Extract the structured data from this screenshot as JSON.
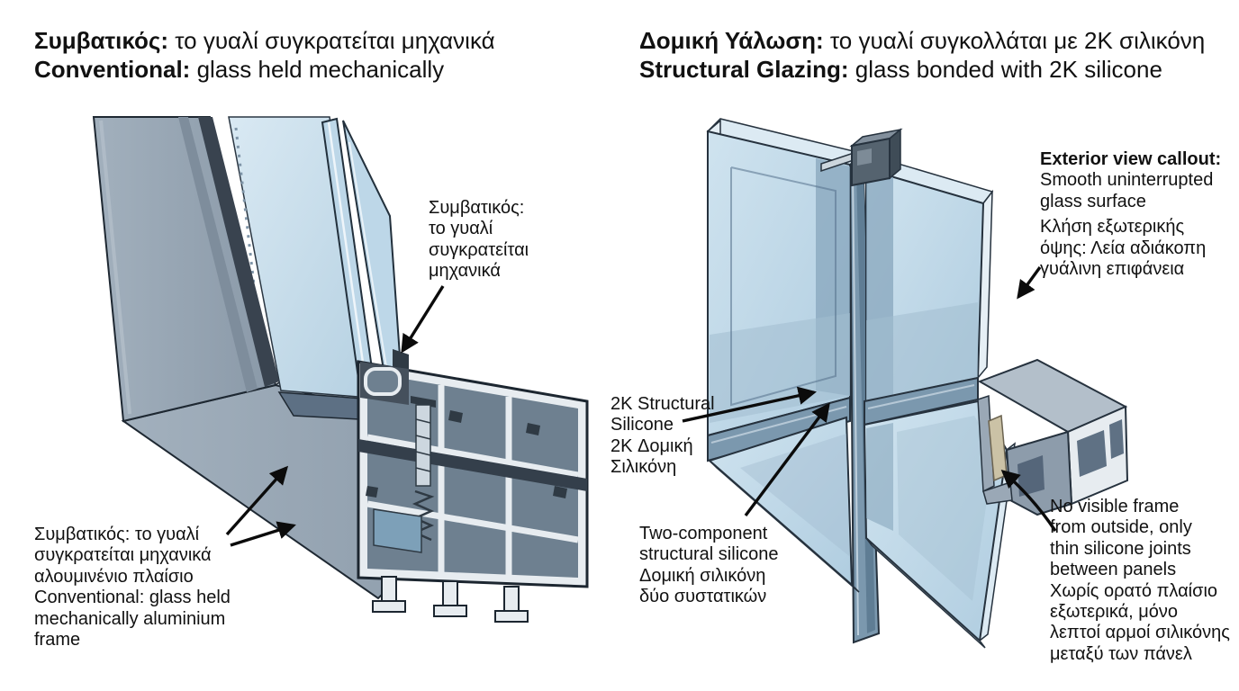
{
  "titles": {
    "left": {
      "gr_bold": "Συμβατικός:",
      "gr_rest": " το γυαλί συγκρατείται μηχανικά",
      "en_bold": "Conventional:",
      "en_rest": " glass held mechanically"
    },
    "right": {
      "gr_bold": "Δομική Υάλωση:",
      "gr_rest": " το γυαλί συγκολλάται με 2K σιλικόνη",
      "en_bold": "Structural Glazing:",
      "en_rest": " glass bonded with 2K silicone"
    }
  },
  "callouts": {
    "conventional_glass": {
      "lines": [
        "Συμβατικός:",
        "το γυαλί",
        "συγκρατείται",
        "μηχανικά"
      ]
    },
    "conventional_frame": {
      "lines": [
        "Συμβατικός: το γυαλί",
        "συγκρατείται μηχανικά",
        "αλουμινένιο πλαίσιο",
        "Conventional: glass held",
        "mechanically aluminium",
        "frame"
      ]
    },
    "exterior_view": {
      "bold": "Exterior view callout:",
      "en": [
        "Smooth uninterrupted",
        "glass surface"
      ],
      "gr": [
        "Κλήση εξωτερικής",
        "όψης: Λεία αδιάκοπη",
        "γυάλινη επιφάνεια"
      ]
    },
    "silicone_2k": {
      "lines": [
        "2K Structural",
        "Silicone",
        "2K Δομική",
        "Σιλικόνη"
      ]
    },
    "two_component": {
      "lines": [
        "Two-component",
        "structural silicone",
        "Δομική σιλικόνη",
        "δύο συστατικών"
      ]
    },
    "no_visible_frame": {
      "lines": [
        "No visible frame",
        "from outside, only",
        "thin silicone joints",
        "between panels",
        "Χωρίς ορατό πλαίσιο",
        "εξωτερικά, μόνο",
        "λεπτοί αρμοί σιλικόνης",
        "μεταξύ των πάνελ"
      ]
    }
  },
  "colors": {
    "background": "#ffffff",
    "text": "#111111",
    "frame_gray": "#96a4b2",
    "frame_light": "#b5c1cb",
    "frame_dark": "#5d7084",
    "gasket_dark": "#39434f",
    "glass_light": "#d5e6f1",
    "glass_mid": "#b9d3e4",
    "glass_deep": "#7b98ae",
    "silicone_tan": "#cbc2a6",
    "outline": "#22303c",
    "arrow": "#0b0b0b"
  }
}
